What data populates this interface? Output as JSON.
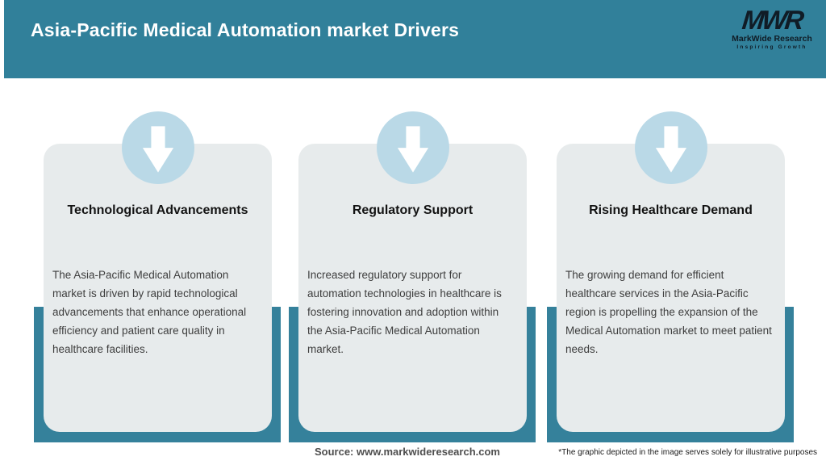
{
  "header": {
    "title": "Asia-Pacific Medical Automation market Drivers",
    "logo": {
      "monogram": "MWR",
      "name": "MarkWide Research",
      "tagline": "Inspiring Growth"
    }
  },
  "cards": [
    {
      "title": "Technological Advancements",
      "body": "The Asia-Pacific Medical Automation market is driven by rapid technological advancements that enhance operational efficiency and patient care quality in healthcare facilities."
    },
    {
      "title": "Regulatory Support",
      "body": "Increased regulatory support for automation technologies in healthcare is fostering innovation and adoption within the Asia-Pacific Medical Automation market."
    },
    {
      "title": "Rising Healthcare Demand",
      "body": "The growing demand for efficient healthcare services in the Asia-Pacific region is propelling the expansion of the Medical Automation market to meet patient needs."
    }
  ],
  "footer": {
    "source": "Source: www.markwideresearch.com",
    "disclaimer": "*The graphic depicted in the image serves solely for illustrative purposes"
  },
  "colors": {
    "header_teal": "#31809A",
    "panel_teal": "#35819B",
    "card_gray": "#E7EBEC",
    "badge_blue": "#BAD9E7",
    "arrow_white": "#FFFFFF",
    "title_text": "#131313",
    "body_text": "#3E3E3E",
    "header_text": "#FFFFFF",
    "logo_text": "#101C26"
  }
}
